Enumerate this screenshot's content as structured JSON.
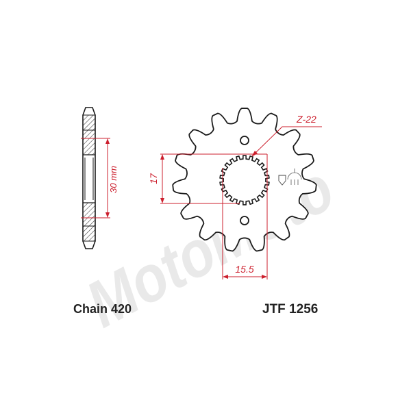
{
  "watermark": "MotoMoto",
  "dimensions": {
    "teeth_label": "Z-22",
    "height_label": "17",
    "width_label": "15.5",
    "side_label": "30 mm"
  },
  "captions": {
    "chain": "Chain 420",
    "part_number": "JTF 1256"
  },
  "colors": {
    "dimension": "#cc1f2d",
    "outline": "#1a1a1a",
    "watermark": "#e9e9e9"
  }
}
